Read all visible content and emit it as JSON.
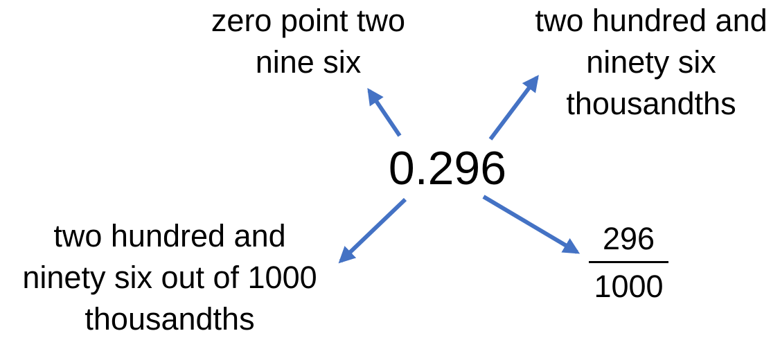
{
  "center_value": "0.296",
  "arrow_color": "#4472C4",
  "labels": {
    "top_left": [
      "zero point two",
      "nine six"
    ],
    "top_right": [
      "two hundred and",
      "ninety six",
      "thousandths"
    ],
    "bottom_left": [
      "two hundred and",
      "ninety six out of 1000",
      "thousandths"
    ]
  },
  "fraction": {
    "numerator": "296",
    "denominator": "1000"
  }
}
